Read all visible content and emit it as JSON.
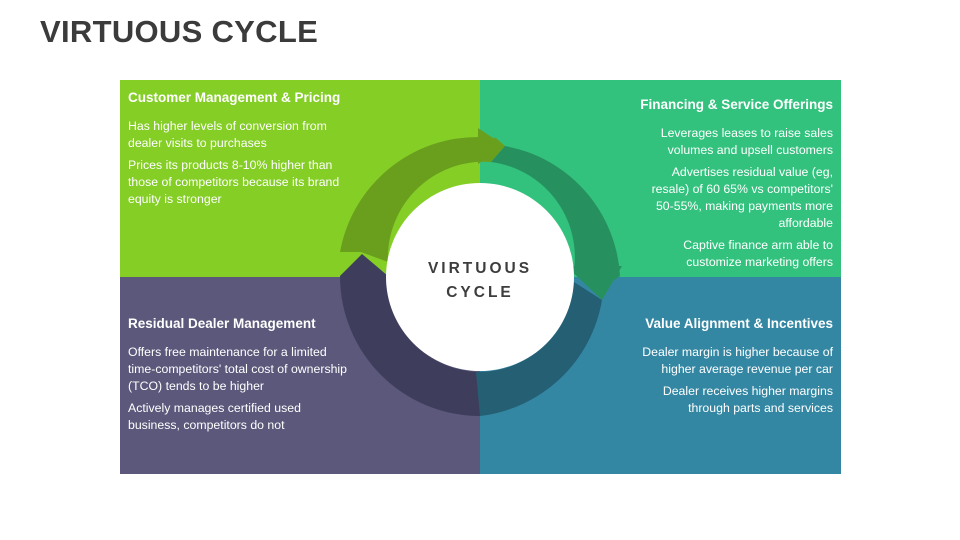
{
  "title": "VIRTUOUS CYCLE",
  "center": {
    "line1": "VIRTUOUS",
    "line2": "CYCLE"
  },
  "colors": {
    "green": "#84ce26",
    "teal_green": "#33c27e",
    "purple": "#5b587b",
    "blue": "#3487a3",
    "arrow_green": "#6a9f1e",
    "arrow_teal": "#26915f",
    "arrow_purple": "#3f3d5c",
    "arrow_blue": "#255f74"
  },
  "quadrants": {
    "top_left": {
      "heading": "Customer Management & Pricing",
      "points": [
        "Has higher levels of conversion from dealer visits to purchases",
        "Prices its products 8-10% higher than those of competitors because its brand equity is stronger"
      ]
    },
    "top_right": {
      "heading": "Financing & Service Offerings",
      "points": [
        "Leverages leases to raise sales volumes and upsell customers",
        "Advertises residual value (eg, resale) of 60 65% vs competitors' 50-55%, making payments more affordable",
        "Captive finance arm able to customize marketing offers"
      ]
    },
    "bottom_left": {
      "heading": "Residual Dealer Management",
      "points": [
        "Offers free maintenance for a limited time-competitors' total cost of ownership (TCO) tends to be higher",
        "Actively manages certified used business, competitors do not"
      ]
    },
    "bottom_right": {
      "heading": "Value Alignment & Incentives",
      "points": [
        "Dealer margin is higher because of higher average revenue per car",
        "Dealer receives higher margins through parts and services"
      ]
    }
  }
}
